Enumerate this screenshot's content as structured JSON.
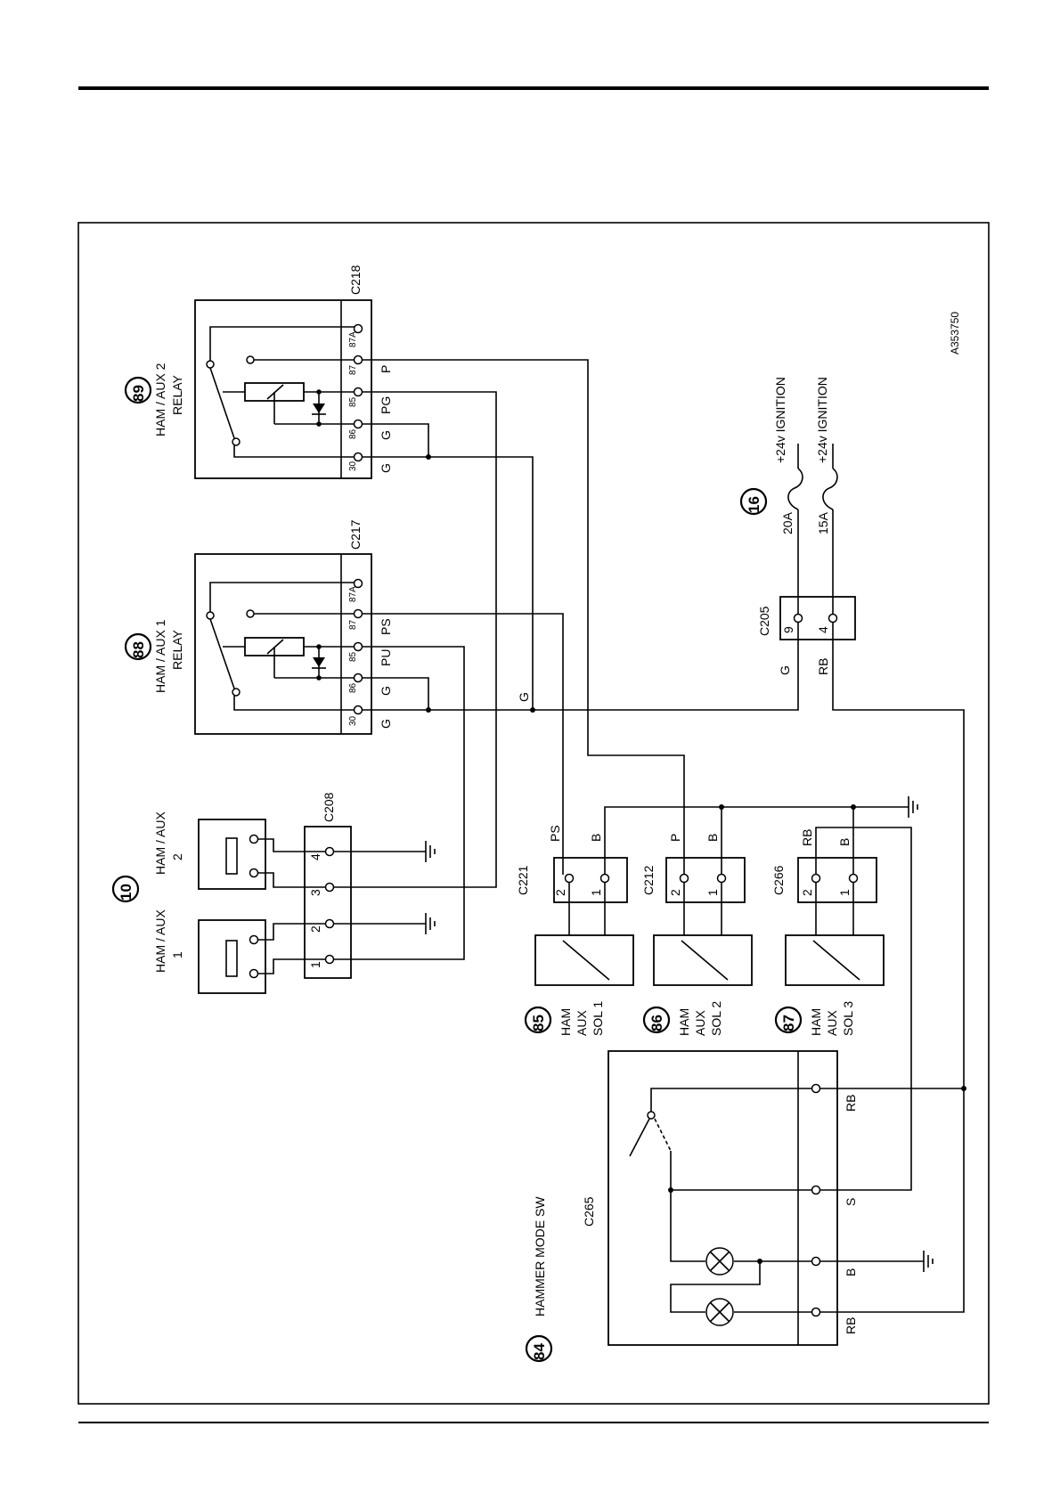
{
  "diagram_id": "A353750",
  "components": {
    "relay_aux1": {
      "ref": "88",
      "title1": "HAM / AUX 1",
      "title2": "RELAY",
      "connector": "C217",
      "pins": [
        "30",
        "86",
        "85",
        "87",
        "87A"
      ],
      "wires": [
        "G",
        "G",
        "PU",
        "PS"
      ]
    },
    "relay_aux2": {
      "ref": "89",
      "title1": "HAM / AUX 2",
      "title2": "RELAY",
      "connector": "C218",
      "pins": [
        "30",
        "86",
        "85",
        "87",
        "87A"
      ],
      "wires": [
        "G",
        "G",
        "PG",
        "P"
      ]
    },
    "aux_switches": {
      "ref": "10",
      "connector": "C208",
      "pins": [
        "1",
        "2",
        "3",
        "4"
      ],
      "sw1": [
        "HAM / AUX",
        "1"
      ],
      "sw2": [
        "HAM / AUX",
        "2"
      ]
    },
    "fuses": {
      "ref": "16",
      "connector": "C205",
      "pins": [
        "9",
        "4"
      ],
      "wires": [
        "G",
        "RB"
      ],
      "ratings": [
        "20A",
        "15A"
      ],
      "supplies": [
        "+24v IGNITION",
        "+24v IGNITION"
      ]
    },
    "sol1": {
      "ref": "85",
      "connector": "C221",
      "lines": [
        "HAM",
        "AUX",
        "SOL 1"
      ],
      "pins": [
        "2",
        "1"
      ],
      "wires": [
        "PS",
        "B"
      ]
    },
    "sol2": {
      "ref": "86",
      "connector": "C212",
      "lines": [
        "HAM",
        "AUX",
        "SOL 2"
      ],
      "pins": [
        "2",
        "1"
      ],
      "wires": [
        "P",
        "B"
      ]
    },
    "sol3": {
      "ref": "87",
      "connector": "C266",
      "lines": [
        "HAM",
        "AUX",
        "SOL 3"
      ],
      "pins": [
        "2",
        "1"
      ],
      "wires": [
        "RB",
        "B"
      ]
    },
    "hammer_switch": {
      "ref": "84",
      "title": "HAMMER MODE SW",
      "connector": "C265",
      "wires": [
        "RB",
        "S",
        "B",
        "RB"
      ]
    },
    "mid_wire_label": "G"
  }
}
